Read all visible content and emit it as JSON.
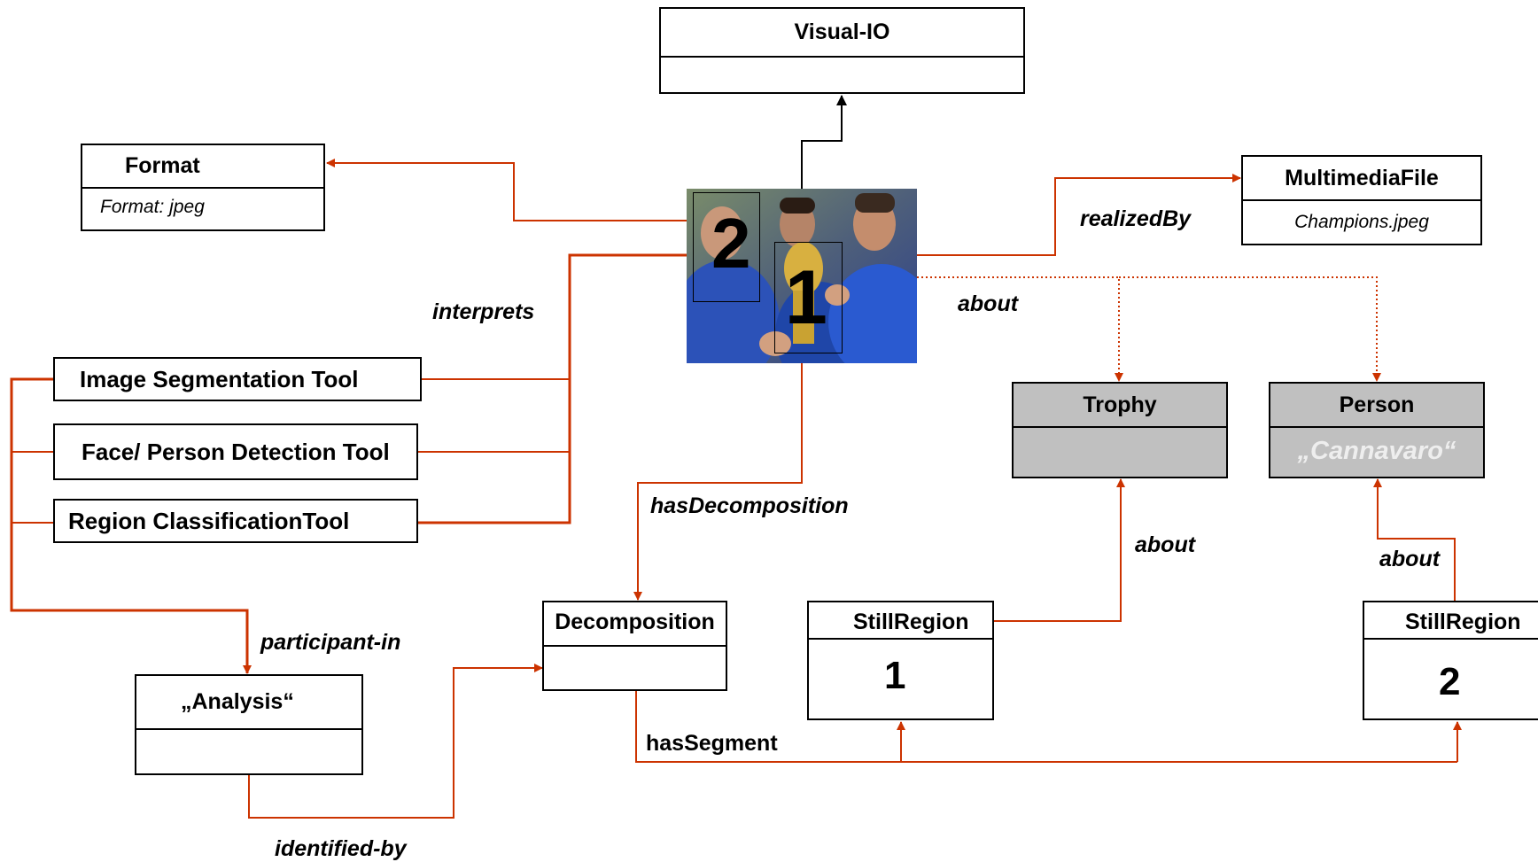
{
  "boxes": {
    "visual_io": {
      "title": "Visual-IO",
      "body": ""
    },
    "format": {
      "title": "Format",
      "body": "Format: jpeg"
    },
    "multimedia_file": {
      "title": "MultimediaFile",
      "body": "Champions.jpeg"
    },
    "trophy": {
      "title": "Trophy",
      "body": ""
    },
    "person": {
      "title": "Person",
      "body": "„Cannavaro“"
    },
    "decomposition": {
      "title": "Decomposition",
      "body": ""
    },
    "still_region_1": {
      "title": "StillRegion",
      "body": "1"
    },
    "still_region_2": {
      "title": "StillRegion",
      "body": "2"
    },
    "analysis": {
      "title": "„Analysis“",
      "body": ""
    }
  },
  "tools": [
    "Image Segmentation Tool",
    "Face/ Person Detection Tool",
    "Region ClassificationTool"
  ],
  "labels": {
    "interprets": "interprets",
    "realized_by": "realizedBy",
    "about_top": "about",
    "has_decomposition": "hasDecomposition",
    "about_trophy": "about",
    "about_person": "about",
    "participant_in": "participant-in",
    "has_segment": "hasSegment",
    "identified_by": "identified-by"
  },
  "image": {
    "region_1_label": "1",
    "region_2_label": "2"
  },
  "colors": {
    "relation_line": "#cc3300",
    "subclass_line": "#000000",
    "grey_fill": "#c0c0c0",
    "person_text": "#eeeeee"
  }
}
